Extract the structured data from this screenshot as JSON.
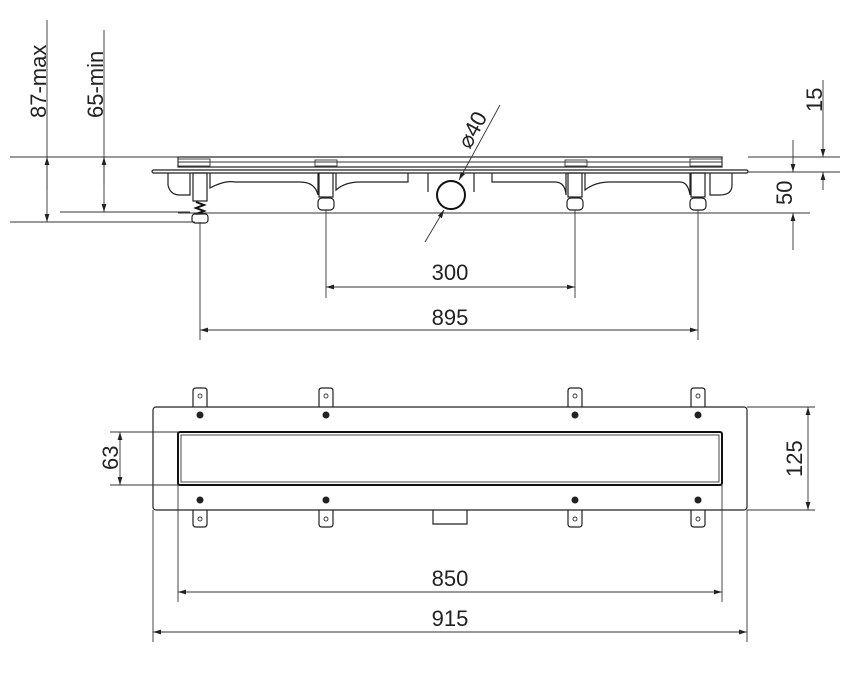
{
  "side_view": {
    "dims": {
      "height_max": "87-max",
      "height_min": "65-min",
      "pipe_diameter": "⌀40",
      "top_offset": "15",
      "body_height": "50",
      "leg_spacing": "300",
      "overall_leg_span": "895"
    }
  },
  "plan_view": {
    "dims": {
      "grate_width": "63",
      "body_width": "125",
      "grate_length": "850",
      "overall_length": "915"
    }
  },
  "colors": {
    "line": "#222222",
    "background": "#ffffff"
  }
}
